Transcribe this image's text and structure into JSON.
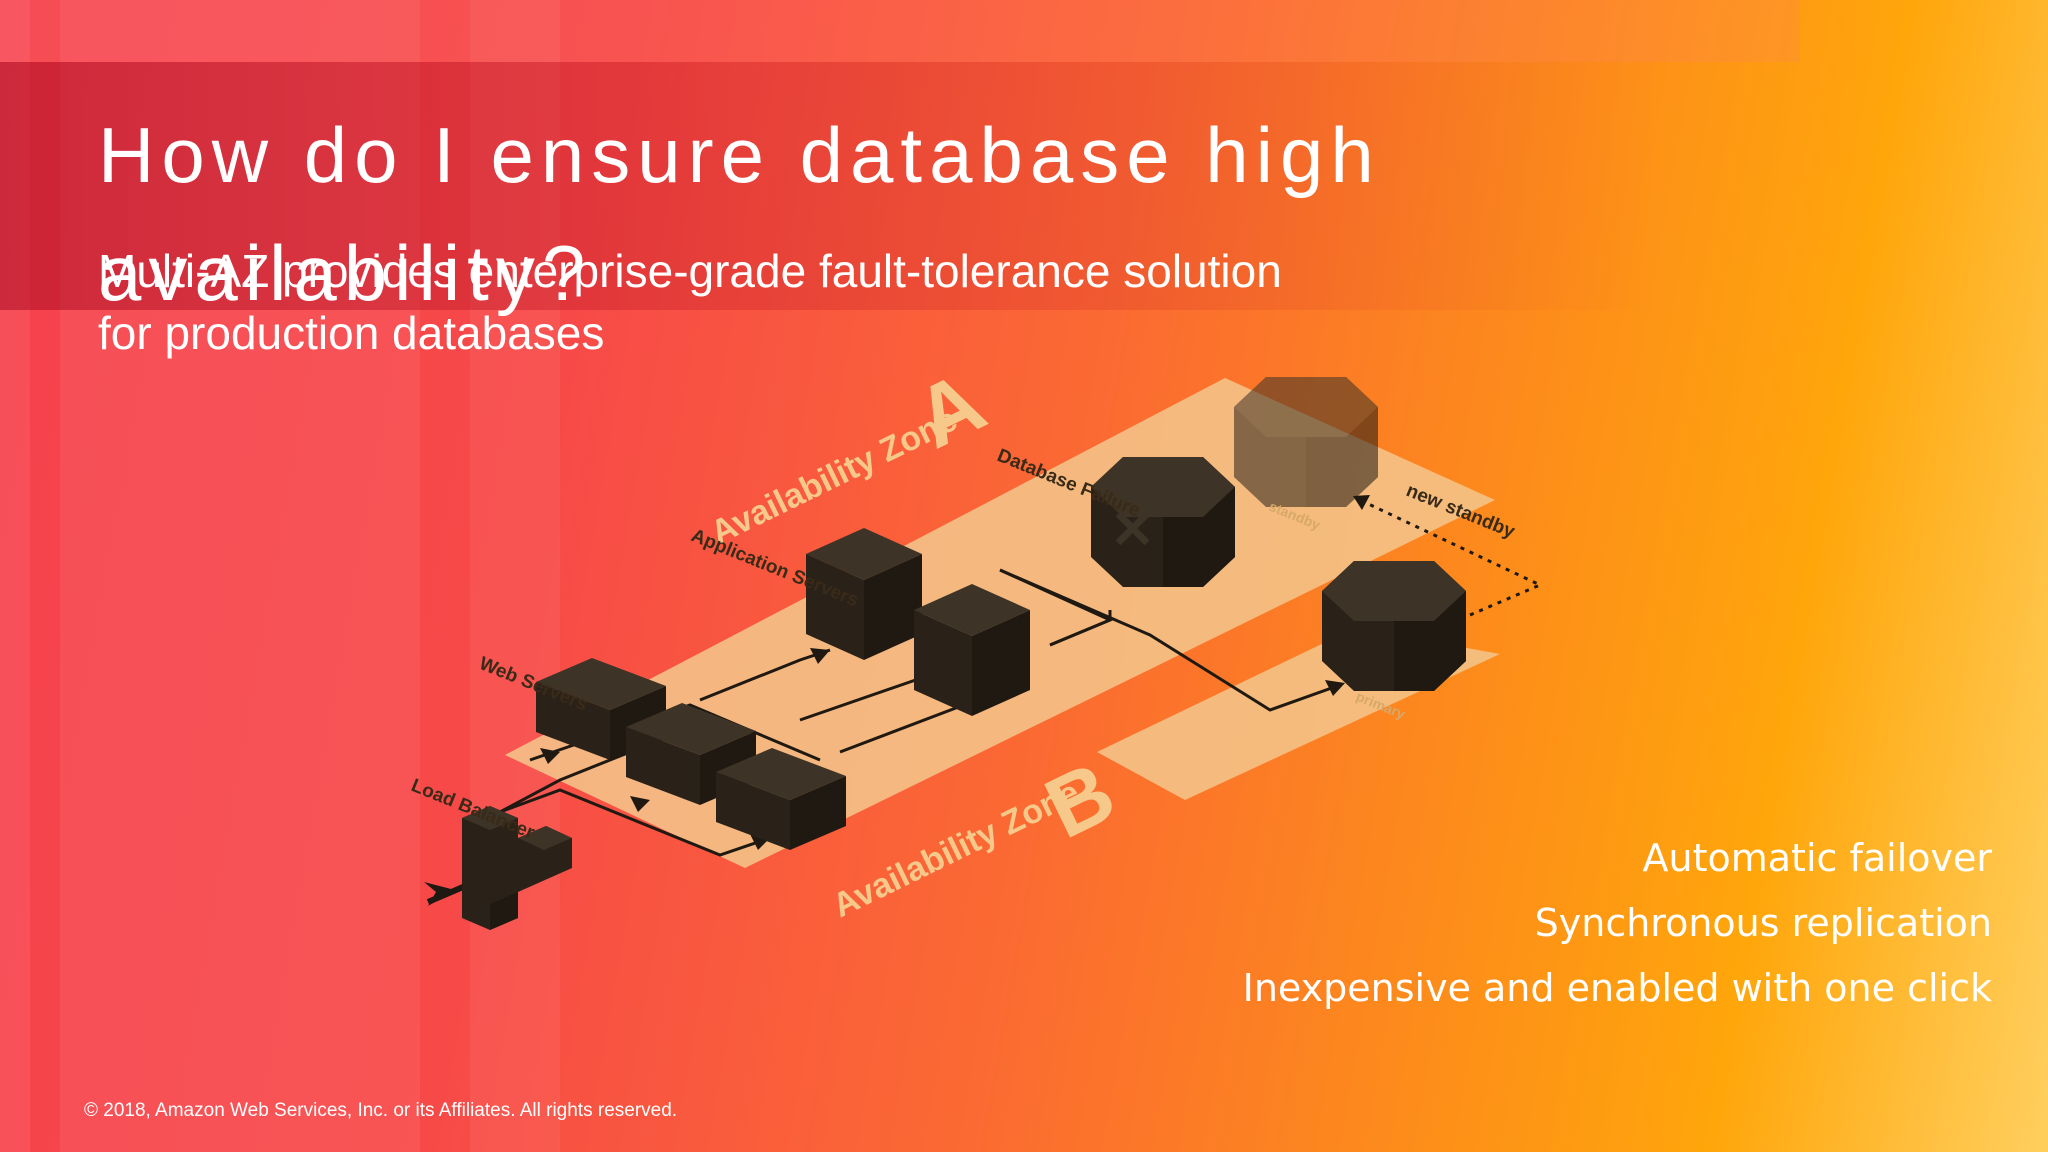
{
  "slide": {
    "title": "How do I ensure database high availability?",
    "subtitle": "Multi-AZ provides enterprise-grade fault-tolerance solution for production databases",
    "bullets": [
      "Automatic failover",
      "Synchronous replication",
      "Inexpensive and enabled with one click"
    ],
    "footer": "© 2018, Amazon Web Services, Inc. or its Affiliates. All rights reserved."
  },
  "diagram": {
    "zone_a_label": "Availability Zone",
    "zone_a_letter": "A",
    "zone_b_label": "Availability Zone",
    "zone_b_letter": "B",
    "load_balancer_label": "Load Balancer",
    "web_servers_label": "Web Servers",
    "app_servers_label": "Application Servers",
    "db_failure_label": "Database Failure",
    "new_standby_label": "new standby",
    "standby_label": "standby",
    "primary_label": "primary"
  },
  "colors": {
    "background_left": "#f5414d",
    "background_right": "#ffa60b",
    "zone_platform": "#f4c48a",
    "box_dark": "#2e261d",
    "text": "#ffffff"
  }
}
